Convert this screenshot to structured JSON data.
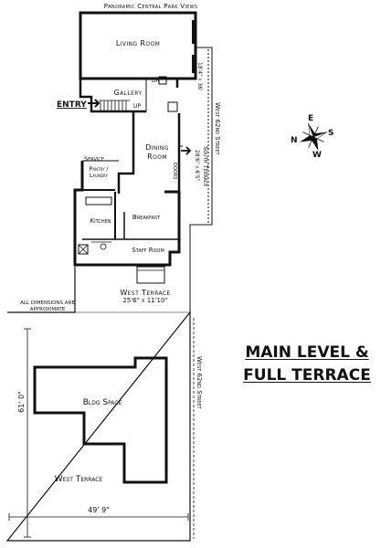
{
  "header": "Panoramic Central Park Views",
  "title": {
    "line1": "MAIN LEVEL &",
    "line2": "FULL TERRACE"
  },
  "rooms": {
    "living": "Living Room",
    "gallery": "Gallery",
    "dining": "Dining Room",
    "service": "Service",
    "pantry": "Pantry / Laundry",
    "kitchen": "Kitchen",
    "breakfast": "Breakfast",
    "staff": "Staff Room",
    "bldg": "Bldg Space",
    "west_terrace_lower": "West Terrace"
  },
  "labels": {
    "entry": "ENTRY",
    "dn": "DN",
    "up": "UP",
    "doors": "DOORS",
    "note_line1": "ALL DIMENSIONS ARE",
    "note_line2": "APPROXIMATE"
  },
  "terraces": {
    "east_dim": "18'4\" x 36'",
    "south_name": "South Terrace",
    "south_dim": "28'6\" x 6'5\"",
    "west_name": "West Terrace",
    "west_dim": "25'6\" x 11'10\"",
    "width_dim": "49' 9\"",
    "height_dim": "61' 0\""
  },
  "streets": {
    "upper": "West 62nd Street",
    "lower": "West 62nd Street"
  },
  "compass": {
    "n": "N",
    "e": "E",
    "s": "S",
    "w": "W"
  }
}
